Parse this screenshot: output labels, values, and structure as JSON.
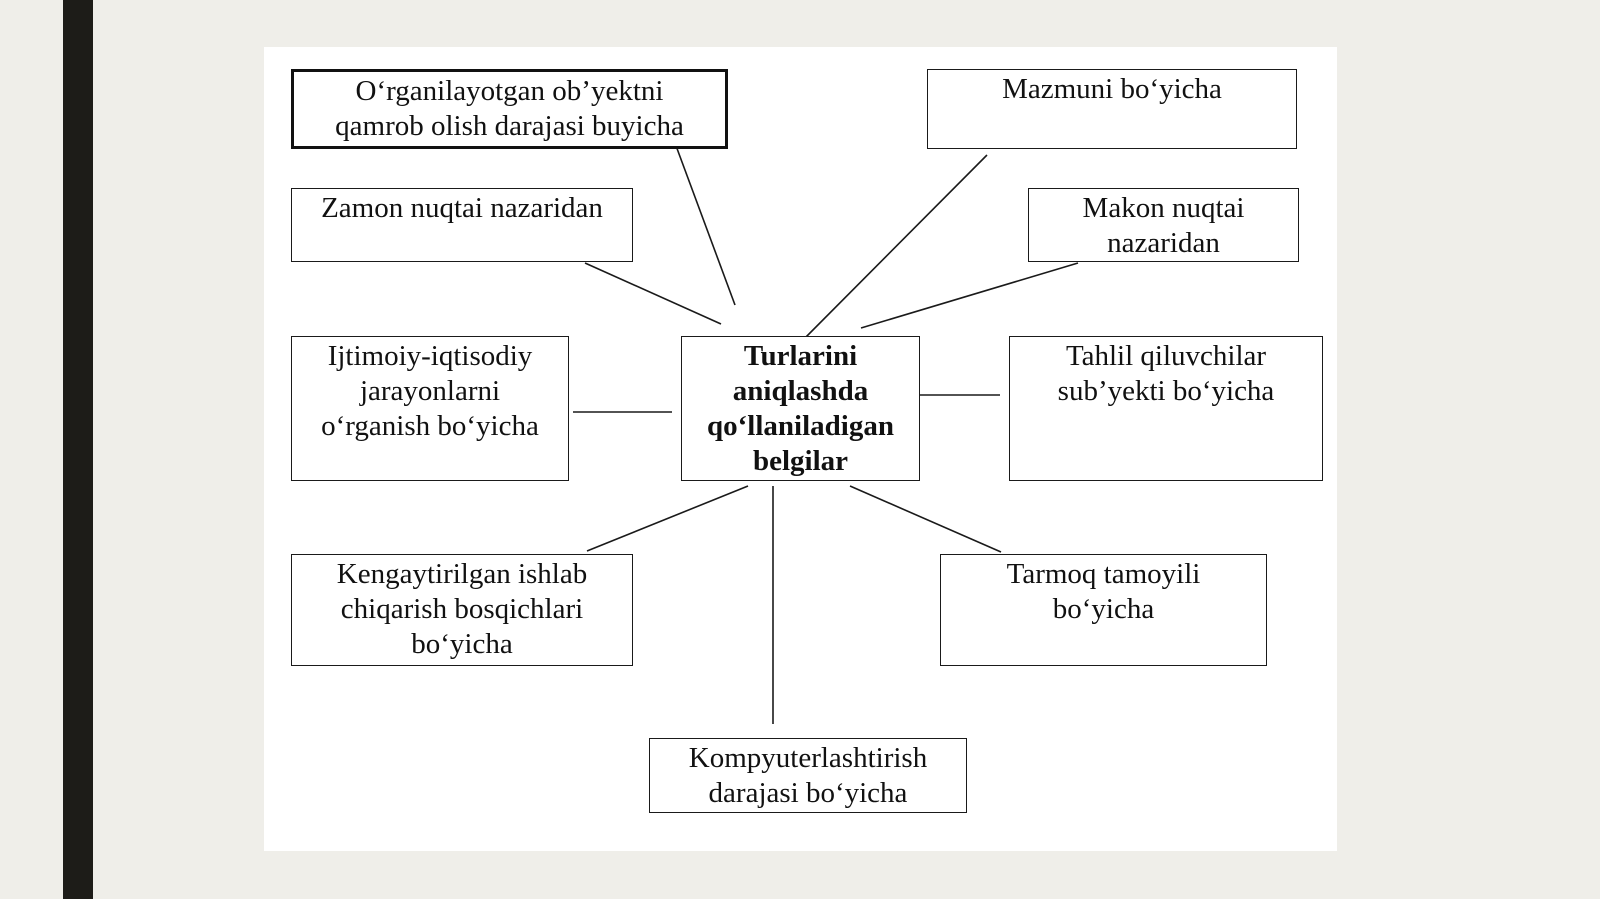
{
  "diagram": {
    "center": {
      "lines": [
        "Turlarini",
        "aniqlashda",
        "qo‘llaniladigan",
        "belgilar"
      ]
    },
    "nodes": {
      "qamrov": {
        "lines": [
          "O‘rganilayotgan ob’yektni",
          "qamrob olish darajasi buyicha"
        ]
      },
      "mazmun": {
        "lines": [
          "Mazmuni bo‘yicha"
        ]
      },
      "zamon": {
        "lines": [
          "Zamon nuqtai nazaridan"
        ]
      },
      "makon": {
        "lines": [
          "Makon nuqtai",
          "nazaridan"
        ]
      },
      "ijtimoiy": {
        "lines": [
          "Ijtimoiy-iqtisodiy",
          "jarayonlarni",
          "o‘rganish bo‘yicha"
        ]
      },
      "tahlil": {
        "lines": [
          "Tahlil qiluvchilar",
          "sub’yekti bo‘yicha"
        ]
      },
      "kengaytirilgan": {
        "lines": [
          "Kengaytirilgan ishlab",
          "chiqarish bosqichlari",
          "bo‘yicha"
        ]
      },
      "tarmoq": {
        "lines": [
          "Tarmoq tamoyili",
          "bo‘yicha"
        ]
      },
      "kompyuter": {
        "lines": [
          "Kompyuterlashtirish",
          "darajasi bo‘yicha"
        ]
      }
    }
  },
  "colors": {
    "page_background": "#efeee9",
    "accent_bar": "#1d1c18",
    "canvas": "#ffffff",
    "line": "#1a1a1a"
  }
}
